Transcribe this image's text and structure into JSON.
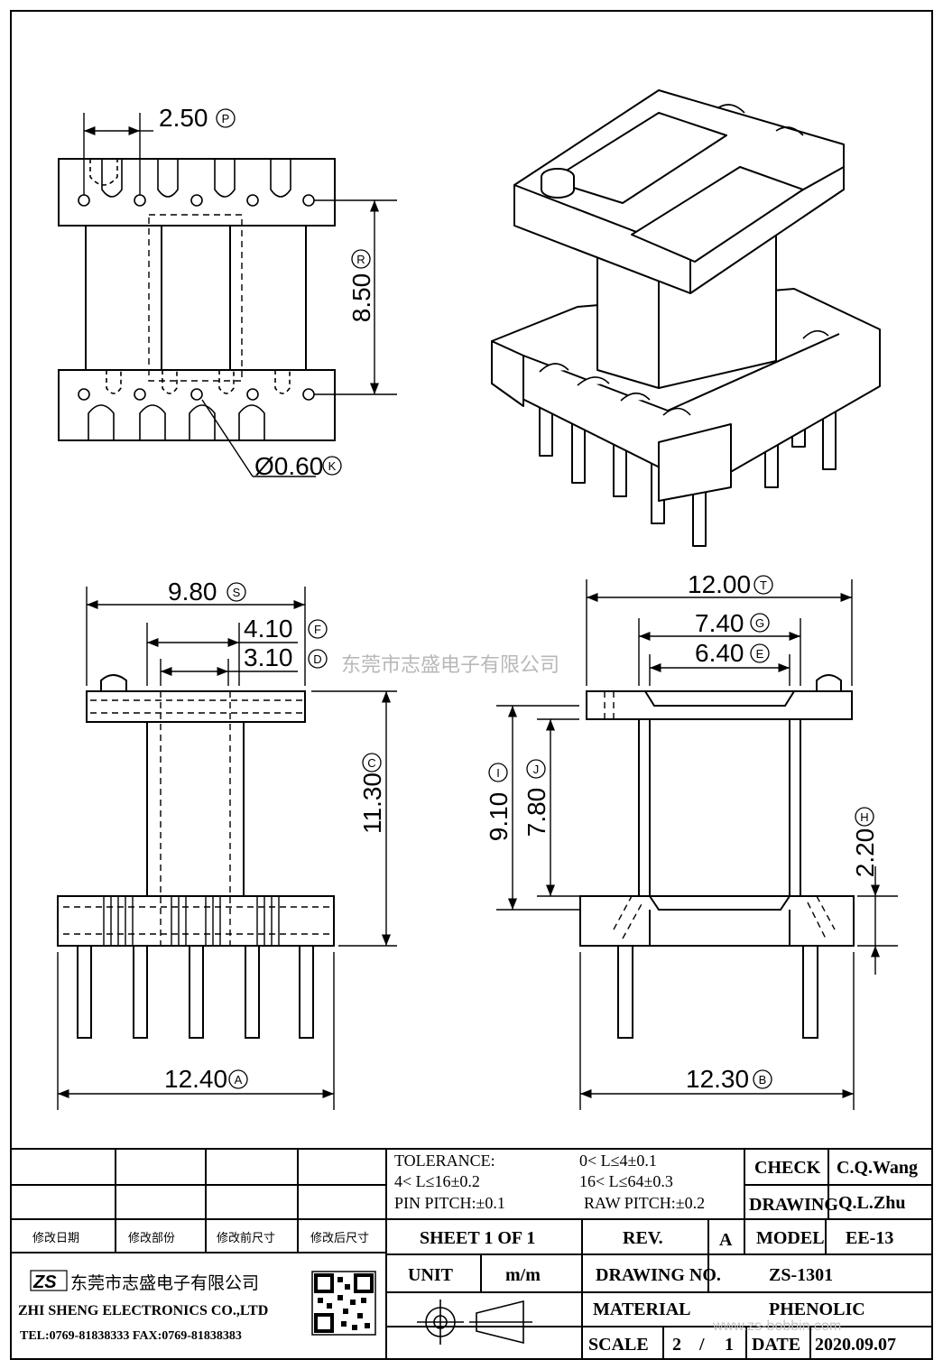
{
  "dimensions": {
    "pin_pitch": "2.50",
    "pin_pitch_tag": "P",
    "row_distance": "8.50",
    "row_distance_tag": "R",
    "hole_dia": "Ø0.60",
    "hole_dia_tag": "K",
    "width_top": "9.80",
    "width_top_tag": "S",
    "core_outer": "4.10",
    "core_outer_tag": "F",
    "core_inner": "3.10",
    "core_inner_tag": "D",
    "height_total": "11.30",
    "height_total_tag": "C",
    "base_width_front": "12.40",
    "base_width_front_tag": "A",
    "width_side": "12.00",
    "width_side_tag": "T",
    "window_outer": "7.40",
    "window_outer_tag": "G",
    "window_inner": "6.40",
    "window_inner_tag": "E",
    "height_i": "9.10",
    "height_i_tag": "I",
    "height_j": "7.80",
    "height_j_tag": "J",
    "base_height": "2.20",
    "base_height_tag": "H",
    "base_width_side": "12.30",
    "base_width_side_tag": "B"
  },
  "watermark": "东莞市志盛电子有限公司",
  "watermark_url": "www.zs-bobbin.com",
  "title_block": {
    "tolerance_label": "TOLERANCE:",
    "tol1": "0< L≤4±0.1",
    "tol2": "4< L≤16±0.2",
    "tol3": "16< L≤64±0.3",
    "tol4": "PIN PITCH:±0.1",
    "tol5": "RAW PITCH:±0.2",
    "check_label": "CHECK",
    "check_value": "C.Q.Wang",
    "drawing_label": "DRAWING",
    "drawing_value": "Q.L.Zhu",
    "rev_headers": [
      "修改日期",
      "修改部份",
      "修改前尺寸",
      "修改后尺寸"
    ],
    "sheet": "SHEET 1 OF 1",
    "rev_label": "REV.",
    "rev_value": "A",
    "model_label": "MODEL",
    "model_value": "EE-13",
    "unit_label": "UNIT",
    "unit_value": "m/m",
    "drawing_no_label": "DRAWING NO.",
    "drawing_no_value": "ZS-1301",
    "material_label": "MATERIAL",
    "material_value": "PHENOLIC",
    "scale_label": "SCALE",
    "scale_num": "2",
    "scale_sep": "/",
    "scale_den": "1",
    "date_label": "DATE",
    "date_value": "2020.09.07",
    "company_cn": "东莞市志盛电子有限公司",
    "company_en": "ZHI SHENG ELECTRONICS CO.,LTD",
    "company_tel": "TEL:0769-81838333 FAX:0769-81838383",
    "logo_text": "ZS"
  }
}
